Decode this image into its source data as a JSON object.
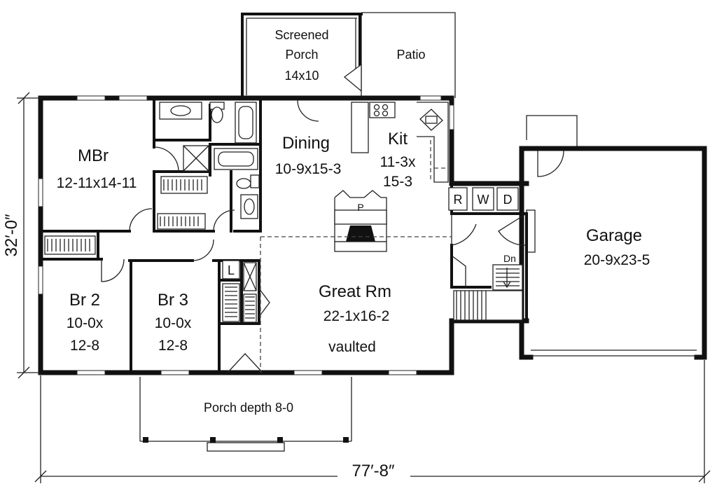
{
  "rooms": {
    "screened_porch": {
      "name_line1": "Screened",
      "name_line2": "Porch",
      "size": "14x10"
    },
    "patio": {
      "name": "Patio"
    },
    "mbr": {
      "name": "MBr",
      "size": "12-11x14-11"
    },
    "dining": {
      "name": "Dining",
      "size": "10-9x15-3"
    },
    "kitchen": {
      "name": "Kit",
      "size_line1": "11-3x",
      "size_line2": "15-3"
    },
    "garage": {
      "name": "Garage",
      "size": "20-9x23-5"
    },
    "br2": {
      "name": "Br 2",
      "size_line1": "10-0x",
      "size_line2": "12-8"
    },
    "br3": {
      "name": "Br 3",
      "size_line1": "10-0x",
      "size_line2": "12-8"
    },
    "great_room": {
      "name": "Great Rm",
      "size": "22-1x16-2",
      "note": "vaulted"
    },
    "front_porch": {
      "label": "Porch depth 8-0"
    }
  },
  "fixtures": {
    "fireplace": "P",
    "refrigerator": "R",
    "washer": "W",
    "dryer": "D",
    "stairs_down": "Dn",
    "linen": "L"
  },
  "dimensions": {
    "depth": "32′-0″",
    "width": "77′-8″"
  }
}
